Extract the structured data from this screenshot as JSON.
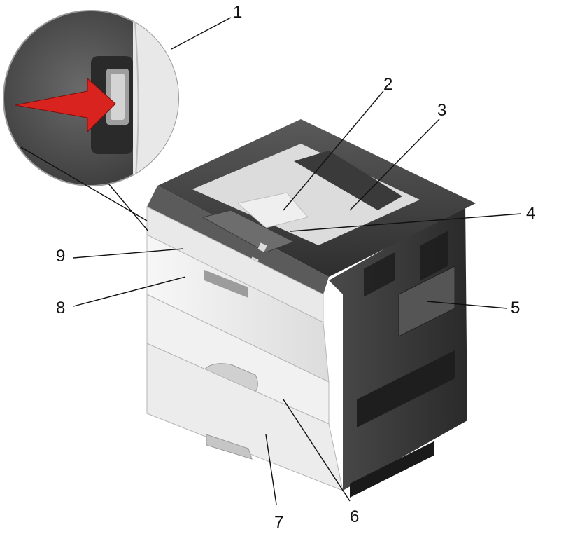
{
  "figure": {
    "subject": "printer front view with callouts",
    "colors": {
      "body_light": "#f2f2f2",
      "body_mid": "#d9d9d9",
      "body_dark": "#4a4a4a",
      "side_dark": "#3a3a3a",
      "arrow": "#d9231f",
      "callout_text": "#111111"
    },
    "callouts": [
      {
        "id": "1",
        "label": "1"
      },
      {
        "id": "2",
        "label": "2"
      },
      {
        "id": "3",
        "label": "3"
      },
      {
        "id": "4",
        "label": "4"
      },
      {
        "id": "5",
        "label": "5"
      },
      {
        "id": "6",
        "label": "6"
      },
      {
        "id": "7",
        "label": "7"
      },
      {
        "id": "8",
        "label": "8"
      },
      {
        "id": "9",
        "label": "9"
      }
    ],
    "icons": [
      "red-arrow-icon",
      "power-switch-icon",
      "control-panel-icon"
    ]
  }
}
